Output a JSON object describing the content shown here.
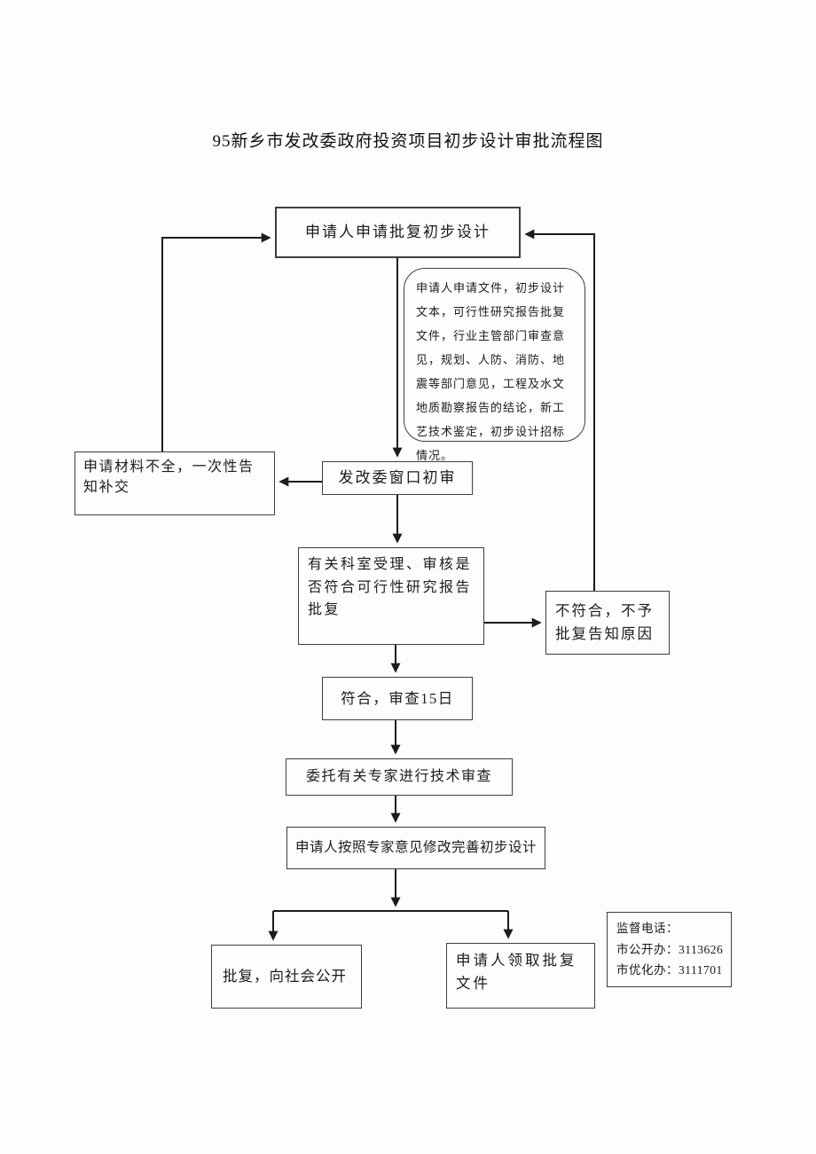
{
  "title": "95新乡市发改委政府投资项目初步设计审批流程图",
  "flowchart": {
    "apply": "申请人申请批复初步设计",
    "materials_note": "申请人申请文件，初步设计文本，可行性研究报告批复文件，行业主管部门审查意见，规划、人防、消防、地震等部门意见，工程及水文地质勘察报告的结论，新工艺技术鉴定，初步设计招标情况。",
    "incomplete": "申请材料不全，一次性告知补交",
    "window_review": "发改委窗口初审",
    "dept_review": "有关科室受理、审核是否符合可行性研究报告批复",
    "reject": "不符合，不予批复告知原因",
    "pass": "符合，审查15日",
    "expert_review": "委托有关专家进行技术审查",
    "modify": "申请人按照专家意见修改完善初步设计",
    "publish": "批复，向社会公开",
    "receive": "申请人领取批复文件",
    "phone": {
      "heading": "监督电话：",
      "line1": "市公开办：3113626",
      "line2": "市优化办：3111701"
    },
    "line_color": "#1c1c1c"
  }
}
